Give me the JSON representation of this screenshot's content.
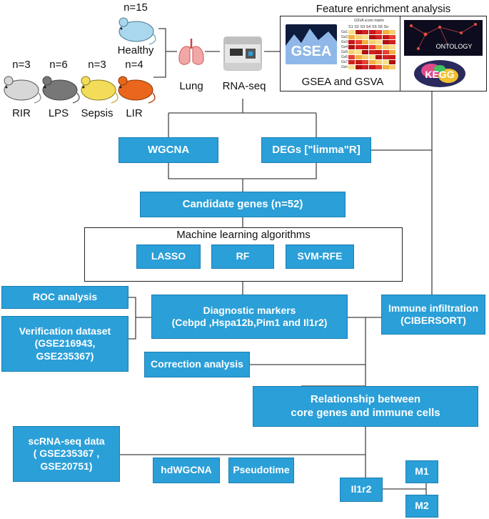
{
  "mice": [
    {
      "count": "n=3",
      "label": "RIR",
      "color": "#d7d7d7"
    },
    {
      "count": "n=6",
      "label": "LPS",
      "color": "#777777"
    },
    {
      "count": "n=3",
      "label": "Sepsis",
      "color": "#f3dc5a"
    },
    {
      "count": "n=4",
      "label": "LIR",
      "color": "#e9661c"
    },
    {
      "count": "n=15",
      "label": "Healthy",
      "color": "#a9d8ee"
    }
  ],
  "lung_label": "Lung",
  "rnaseq_label": "RNA-seq",
  "enrichment": {
    "title": "Feature enrichment analysis",
    "gsea_logo": "GSEA",
    "matrix_title": "GSVA score matrix",
    "matrix_cols": "S1 S2 S3 S4 S5 S6 Sn",
    "matrix_rows": [
      "Gs1",
      "Gs2",
      "Gs3",
      "Gs4",
      "Gs5",
      "Gs6",
      "Gs7",
      "Gsn"
    ],
    "gsea_caption": "GSEA and GSVA",
    "ontology_logo": "ONTOLOGY",
    "kegg_logo": "KEGG"
  },
  "boxes": {
    "wgcna": "WGCNA",
    "degs": "DEGs [\"limma\"R]",
    "candidate": "Candidate genes (n=52)",
    "ml_title": "Machine learning algorithms",
    "lasso": "LASSO",
    "rf": "RF",
    "svm": "SVM-RFE",
    "roc": "ROC analysis",
    "verification": [
      "Verification dataset",
      "(GSE216943,",
      "GSE235367)"
    ],
    "diagnostic": [
      "Diagnostic markers",
      "(Cebpd ,Hspa12b,Pim1 and Il1r2)"
    ],
    "immune": [
      "Immune infiltration",
      "(CIBERSORT)"
    ],
    "correction": "Correction analysis",
    "relationship": [
      "Relationship between",
      "core genes and immune cells"
    ],
    "scrna": [
      "scRNA-seq data",
      "( GSE235367 ,",
      "GSE20751)"
    ],
    "hdwgcna": "hdWGCNA",
    "pseudotime": "Pseudotime",
    "il1r2": "Il1r2",
    "m1": "M1",
    "m2": "M2"
  }
}
